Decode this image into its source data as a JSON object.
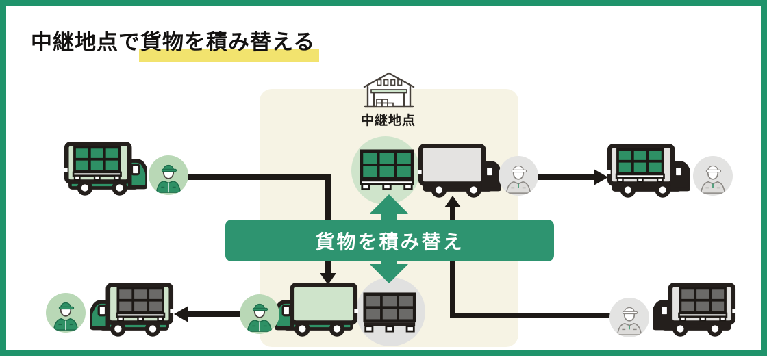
{
  "title": {
    "prefix": "中継地点で",
    "highlight": "貨物を積み替える"
  },
  "relay_point": {
    "label": "中継地点",
    "icon": "warehouse-icon"
  },
  "banner": {
    "label": "貨物を積み替え"
  },
  "colors": {
    "frame_green": "#1f936b",
    "banner_green": "#2e9470",
    "truck_green": "#2e9065",
    "light_green_body": "#cfe4cb",
    "avatar_green_bg": "#b9d8b6",
    "avatar_gray_bg": "#e3e3e2",
    "panel_beige": "#f6f3e4",
    "highlight_yellow": "#f2e36e",
    "light_gray_body": "#e4e3e1",
    "cargo_gray": "#6b6a68",
    "outline_black": "#241f1c"
  }
}
